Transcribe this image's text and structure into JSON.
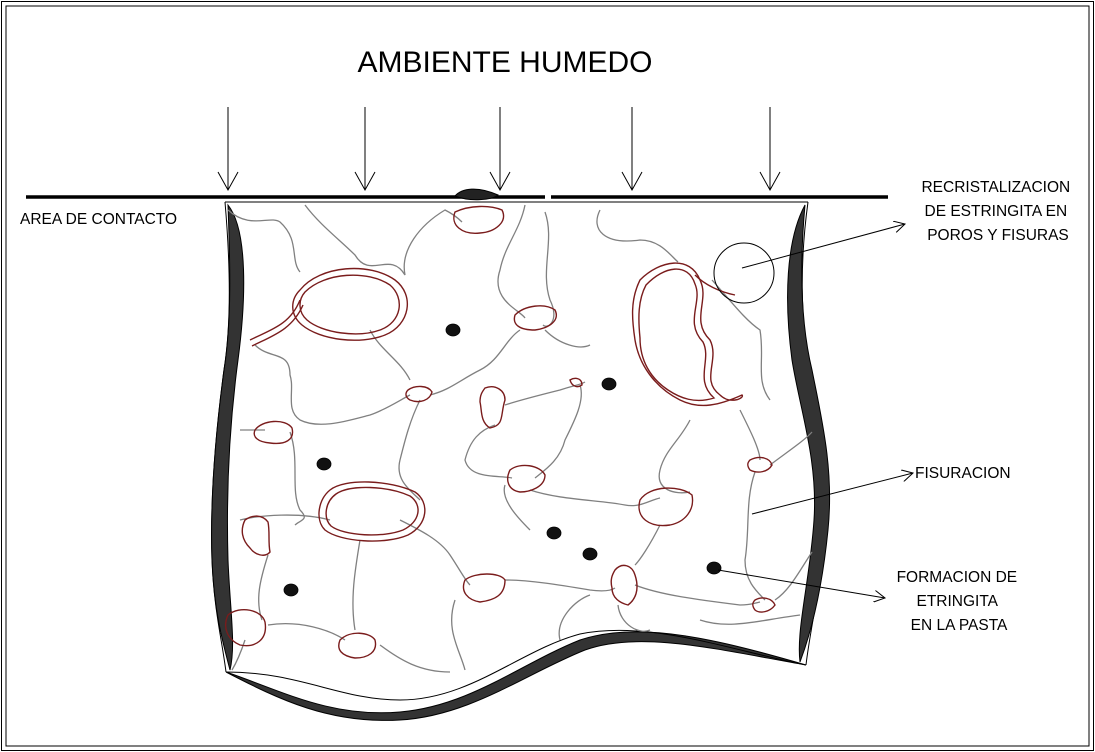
{
  "diagram": {
    "title": "AMBIENTE HUMEDO",
    "labels": {
      "contact_area": "AREA DE CONTACTO",
      "recrystallization": [
        "RECRISTALIZACION",
        "DE ESTRINGITA EN",
        "POROS Y FISURAS"
      ],
      "cracking": "FISURACION",
      "ettringite_formation": [
        "FORMACION DE",
        "ETRINGITA",
        "EN LA PASTA"
      ]
    },
    "colors": {
      "outline": "#000000",
      "cracks": "#808080",
      "voids": "#7a1c1c",
      "background": "#ffffff"
    },
    "arrow_count": 5
  }
}
